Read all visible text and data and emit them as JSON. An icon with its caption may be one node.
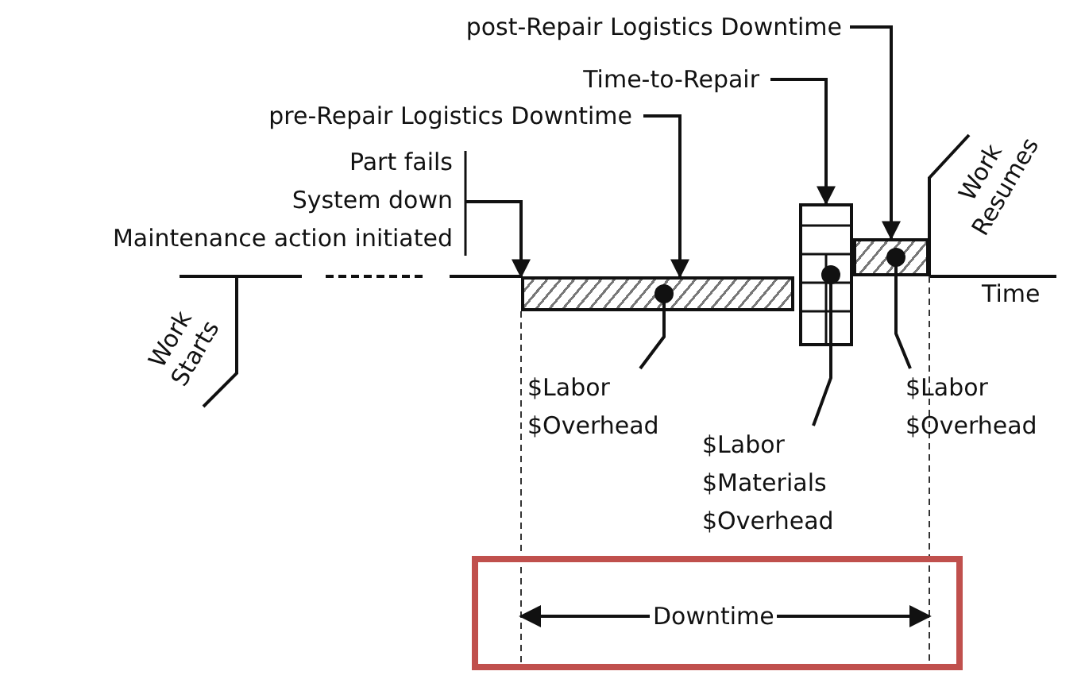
{
  "diagram": {
    "nodes": [
      {
        "text": [
          "Part fails",
          "System down",
          "Maintenance action initiated"
        ]
      },
      {
        "text": [
          "pre-Repair Logistics Downtime"
        ]
      },
      {
        "text": [
          "Time-to-Repair"
        ]
      },
      {
        "text": [
          "post-Repair Logistics Downtime"
        ]
      },
      {
        "text": [],
        "shape": "bar"
      },
      {
        "text": [],
        "shape": "box"
      },
      {
        "text": [],
        "shape": "bar"
      },
      {
        "text": [
          "$Labor",
          "$Overhead"
        ]
      },
      {
        "text": [
          "$Labor",
          "$Materials",
          "$Overhead"
        ]
      },
      {
        "text": [
          "$Labor",
          "$Overhead"
        ]
      },
      {
        "text": [
          "Downtime"
        ]
      }
    ],
    "edges": [
      {
        "from": 0,
        "to": 4,
        "arrow": "to"
      },
      {
        "from": 1,
        "to": 4,
        "arrow": "to"
      },
      {
        "from": 2,
        "to": 5,
        "arrow": "to"
      },
      {
        "from": 3,
        "to": 6,
        "arrow": "to"
      },
      {
        "from": 7,
        "to": 4,
        "arrow": "other"
      },
      {
        "from": 8,
        "to": 5,
        "arrow": "other"
      },
      {
        "from": 9,
        "to": 6,
        "arrow": "other"
      }
    ],
    "labels": [
      "Work Starts",
      "Work Resumes",
      "Time"
    ]
  }
}
